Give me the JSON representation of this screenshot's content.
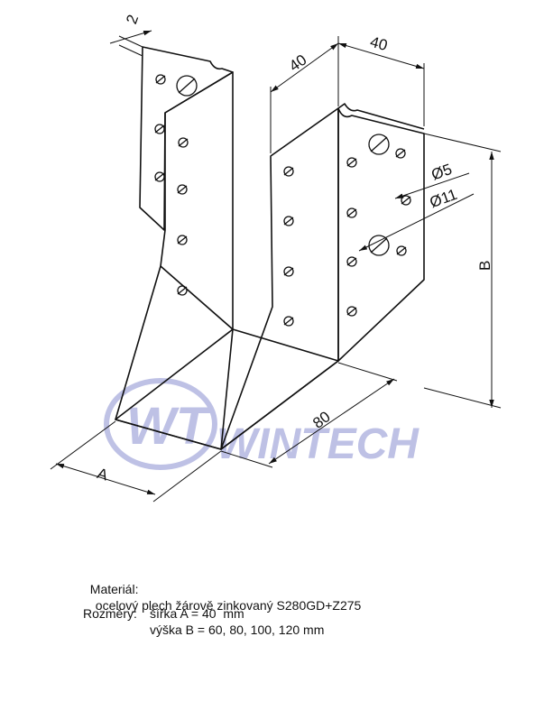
{
  "drawing": {
    "dimensions": {
      "thickness": "2",
      "side_depth": "40",
      "flange_width": "40",
      "hole_small": "Ø5",
      "hole_large": "Ø11",
      "height": "B",
      "length": "80",
      "width": "A"
    },
    "watermark": {
      "monogram": "WT",
      "brand": "WINTECH",
      "color": "#8a8fd0"
    },
    "colors": {
      "line": "#111111"
    }
  },
  "specs": {
    "material_label": "Materiál:",
    "material_value": "ocelový plech žárově zinkovaný S280GD+Z275",
    "dimensions_label": "Rozměry:",
    "width_line": "šířka A = 40  mm",
    "height_line": "výška B = 60, 80, 100, 120 mm"
  }
}
